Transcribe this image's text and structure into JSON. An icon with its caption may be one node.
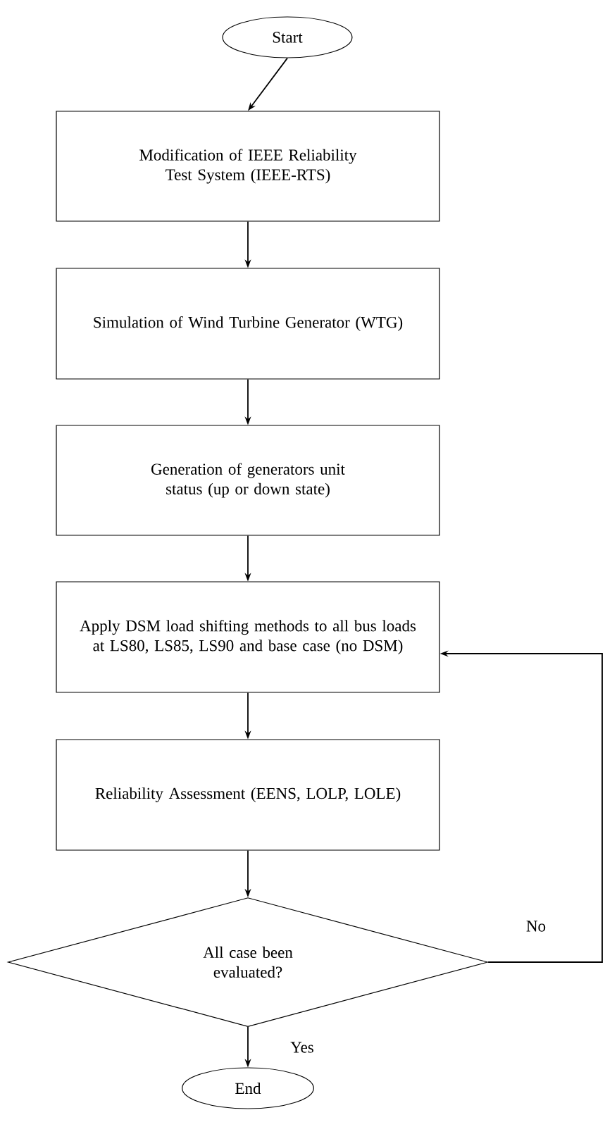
{
  "diagram": {
    "nodes": [
      {
        "text": [
          "Start"
        ]
      },
      {
        "text": [
          "Modification of IEEE Reliability Test System (IEEE-RTS)"
        ]
      },
      {
        "text": [
          "Simulation of Wind Turbine Generator (WTG)"
        ]
      },
      {
        "text": [
          "Generation of generators unit status (up or down state)"
        ]
      },
      {
        "text": [
          "Apply DSM load shifting methods to all bus loads at LS80, LS85, LS90 and base case (no DSM)"
        ]
      },
      {
        "text": [
          "Reliability Assessment (EENS, LOLP, LOLE)"
        ]
      },
      {
        "text": [
          "All case been evaluated?"
        ]
      },
      {
        "text": [
          "End"
        ]
      }
    ],
    "edges": [
      {
        "from": 0,
        "to": 1,
        "arrow": "to"
      },
      {
        "from": 1,
        "to": 2,
        "arrow": "to"
      },
      {
        "from": 2,
        "to": 3,
        "arrow": "to"
      },
      {
        "from": 3,
        "to": 4,
        "arrow": "to"
      },
      {
        "from": 4,
        "to": 5,
        "arrow": "to"
      },
      {
        "from": 5,
        "to": 6,
        "arrow": "to"
      },
      {
        "from": 6,
        "to": 7,
        "arrow": "to",
        "label": "Yes"
      },
      {
        "from": 6,
        "to": 4,
        "arrow": "to",
        "label": "No"
      }
    ]
  }
}
